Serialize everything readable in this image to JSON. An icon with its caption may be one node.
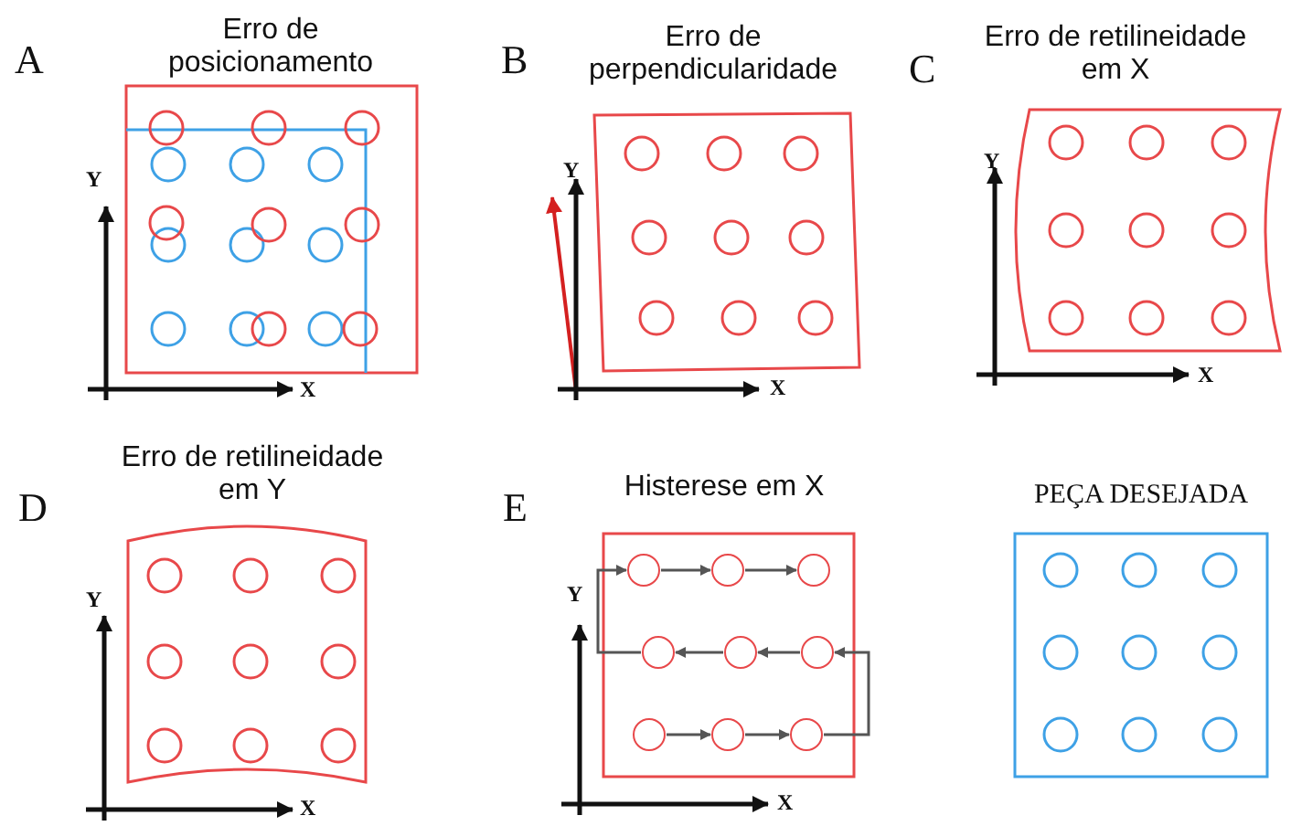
{
  "diagram": {
    "nodes": [
      {
        "text": [],
        "shape": "circle"
      },
      {
        "text": [],
        "shape": "circle"
      },
      {
        "text": [],
        "shape": "circle"
      },
      {
        "text": [],
        "shape": "circle"
      },
      {
        "text": [],
        "shape": "circle"
      },
      {
        "text": [],
        "shape": "circle"
      },
      {
        "text": [],
        "shape": "circle"
      },
      {
        "text": [],
        "shape": "circle"
      },
      {
        "text": [],
        "shape": "circle"
      }
    ],
    "edges": [
      {
        "from": 6,
        "to": 7,
        "arrow": "to"
      },
      {
        "from": 7,
        "to": 8,
        "arrow": "to"
      },
      {
        "from": 8,
        "to": 5,
        "arrow": "to"
      },
      {
        "from": 5,
        "to": 4,
        "arrow": "to"
      },
      {
        "from": 4,
        "to": 3,
        "arrow": "to"
      },
      {
        "from": 3,
        "to": 0,
        "arrow": "to"
      },
      {
        "from": 0,
        "to": 1,
        "arrow": "to"
      },
      {
        "from": 1,
        "to": 2,
        "arrow": "to"
      }
    ],
    "labels": [
      "A",
      "Erro de posicionamento",
      "Y",
      "X",
      "B",
      "Erro de perpendicularidade",
      "Y",
      "X",
      "C",
      "Erro de retilineidade em X",
      "Y",
      "X",
      "D",
      "Erro de retilineidade em Y",
      "Y",
      "X",
      "E",
      "Histerese em X",
      "Y",
      "X",
      "PEÇA DESEJADA"
    ]
  }
}
